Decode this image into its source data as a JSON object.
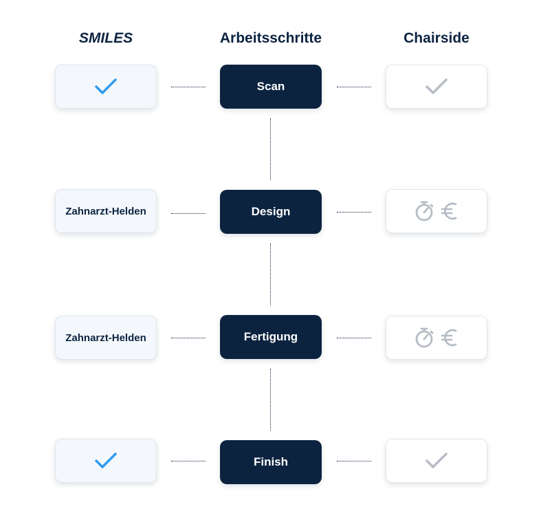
{
  "headers": {
    "smiles": "SMILES",
    "steps": "Arbeitsschritte",
    "chairside": "Chairside"
  },
  "rows": [
    {
      "step": "Scan",
      "smiles": "check",
      "chairside": "check"
    },
    {
      "step": "Design",
      "smiles": "Zahnarzt-Helden",
      "chairside": "stopwatch-euro"
    },
    {
      "step": "Fertigung",
      "smiles": "Zahnarzt-Helden",
      "chairside": "stopwatch-euro"
    },
    {
      "step": "Finish",
      "smiles": "check",
      "chairside": "check"
    }
  ],
  "colors": {
    "navy": "#0c2340",
    "check_blue": "#2f9bf0",
    "icon_gray": "#b6bcc4"
  }
}
